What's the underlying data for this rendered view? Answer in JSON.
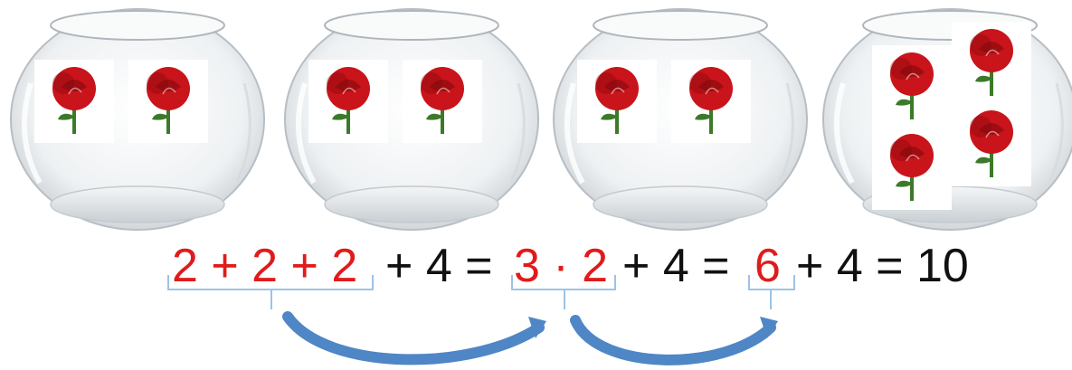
{
  "colors": {
    "rose": "#c8141a",
    "rose_dark": "#7e070b",
    "stem": "#3c7a2a",
    "highlight": "#e01b1b",
    "text": "#111111",
    "bracket": "#9cc3e6",
    "arrow": "#4f86c6"
  },
  "vases": [
    {
      "roses": 2
    },
    {
      "roses": 2
    },
    {
      "roses": 2
    },
    {
      "roses": 4
    }
  ],
  "equation": {
    "group1": "2 + 2 + 2",
    "part1": "+ 4 =",
    "group2": "3 · 2",
    "part2": "+ 4 =",
    "group3": "6",
    "part3": "+ 4 = 10"
  },
  "icons": {
    "arrow1": "curved-arrow-icon",
    "arrow2": "curved-arrow-icon"
  }
}
